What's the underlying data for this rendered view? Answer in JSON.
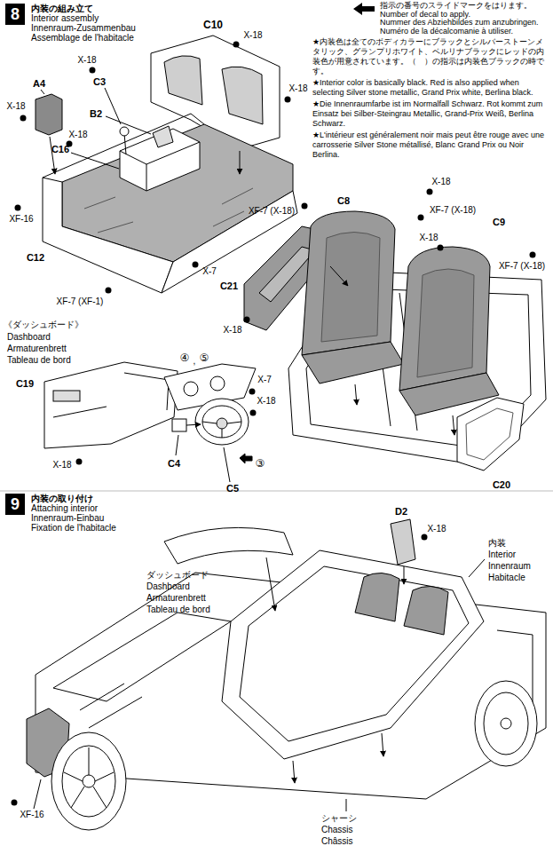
{
  "diagram": {
    "nodes": [
      {
        "text": [
          "8",
          "内装の組み立て",
          "Interior assembly",
          "Innenraum-Zusammenbau",
          "Assemblage de l'habitacle"
        ]
      },
      {
        "text": [
          "9",
          "内装の取り付け",
          "Attaching interior",
          "Innenraum-Einbau",
          "Fixation de l'habitacle"
        ]
      }
    ],
    "labels": [
      "C10",
      "X-18",
      "X-18",
      "C3",
      "A4",
      "X-18",
      "X-18",
      "X-18",
      "B2",
      "C16",
      "XF-16",
      "C12",
      "X-7",
      "XF-7 (XF-1)",
      "XF-7 (X-18)",
      "C21",
      "X-18",
      "C8",
      "X-18",
      "XF-7 (X-18)",
      "C9",
      "X-18",
      "XF-7 (X-18)",
      "《ダッシュボード》",
      "Dashboard",
      "Armaturenbrett",
      "Tableau de bord",
      "C19",
      "④",
      ",",
      "⑤",
      "X-7",
      "X-18",
      "C4",
      "X-18",
      "C5",
      "③",
      "C20",
      "D2",
      "X-18",
      "内装",
      "Interior",
      "Innenraum",
      "Habitacle",
      "ダッシュボード",
      "Dashboard",
      "Armaturenbrett",
      "Tableau de bord",
      "XF-16",
      "シャーシ",
      "Chassis",
      "Châssis",
      "★内装色は全てのボディカラーにブラックとシルバーストーンメタリック、グランプリホワイト、ベルリナブラックにレッドの内装色が用意されています。（　）の指示は内装色ブラックの時です。",
      "★Interior color is basically black. Red is also applied when selecting Silver stone metallic, Grand Prix white, Berlina black.",
      "★Die Innenraumfarbe ist im Normalfall Schwarz. Rot kommt zum Einsatz bei Silber-Steingrau Metallic, Grand-Prix Weiß, Berlina Schwarz.",
      "★L'intérieur est généralement noir mais peut être rouge avec une carrosserie Silver Stone métallisé, Blanc Grand Prix ou Noir Berlina."
    ],
    "legend": [
      {
        "text": "指示の番号のスライドマークをはります。"
      },
      {
        "text": "Number of decal to apply."
      },
      {
        "text": "Nummer des Abziehbildes zum anzubringen."
      },
      {
        "text": "Numéro de la décalcomanie à utiliser."
      }
    ]
  }
}
